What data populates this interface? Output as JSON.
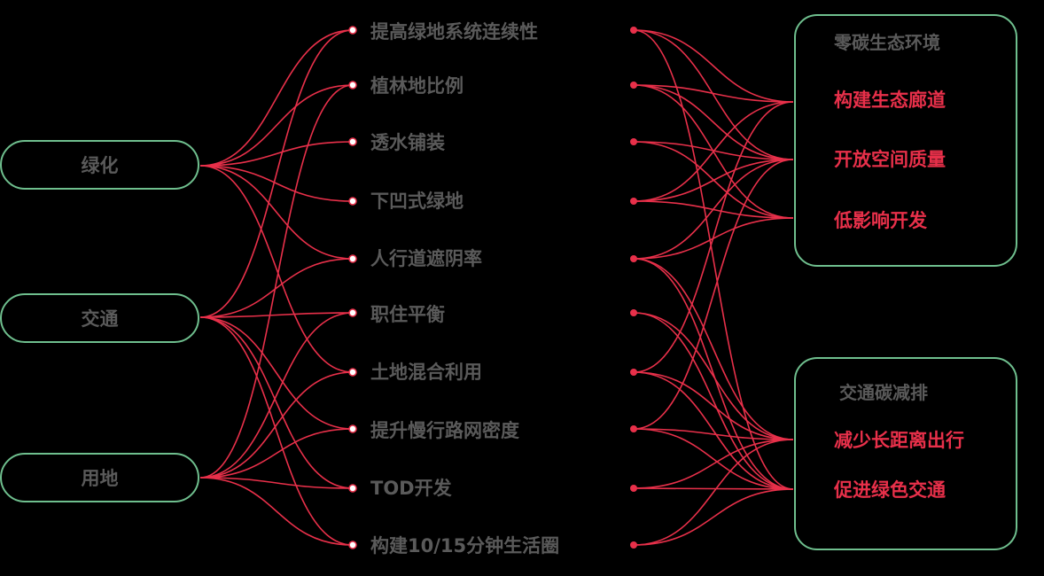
{
  "categories": [
    {
      "label": "绿化"
    },
    {
      "label": "交通"
    },
    {
      "label": "用地"
    }
  ],
  "measures": [
    {
      "label": "提高绿地系统连续性"
    },
    {
      "label": "植林地比例"
    },
    {
      "label": "透水铺装"
    },
    {
      "label": "下凹式绿地"
    },
    {
      "label": "人行道遮阴率"
    },
    {
      "label": "职住平衡"
    },
    {
      "label": "土地混合利用"
    },
    {
      "label": "提升慢行路网密度"
    },
    {
      "label": "TOD开发"
    },
    {
      "label": "构建10/15分钟生活圈"
    }
  ],
  "goal_groups": [
    {
      "title": "零碳生态环境",
      "items": [
        "构建生态廊道",
        "开放空间质量",
        "低影响开发"
      ]
    },
    {
      "title": "交通碳减排",
      "items": [
        "减少长距离出行",
        "促进绿色交通"
      ]
    }
  ],
  "colors": {
    "link": "#e8304a",
    "border": "#6fbf8e",
    "text": "#5a5a5a",
    "background": "#000000"
  },
  "left_links": [
    [
      "绿化",
      "提高绿地系统连续性"
    ],
    [
      "绿化",
      "植林地比例"
    ],
    [
      "绿化",
      "透水铺装"
    ],
    [
      "绿化",
      "下凹式绿地"
    ],
    [
      "绿化",
      "人行道遮阴率"
    ],
    [
      "绿化",
      "土地混合利用"
    ],
    [
      "交通",
      "提高绿地系统连续性"
    ],
    [
      "交通",
      "人行道遮阴率"
    ],
    [
      "交通",
      "职住平衡"
    ],
    [
      "交通",
      "提升慢行路网密度"
    ],
    [
      "交通",
      "TOD开发"
    ],
    [
      "交通",
      "构建10/15分钟生活圈"
    ],
    [
      "用地",
      "植林地比例"
    ],
    [
      "用地",
      "职住平衡"
    ],
    [
      "用地",
      "土地混合利用"
    ],
    [
      "用地",
      "提升慢行路网密度"
    ],
    [
      "用地",
      "TOD开发"
    ],
    [
      "用地",
      "构建10/15分钟生活圈"
    ]
  ],
  "right_links": [
    [
      "提高绿地系统连续性",
      "构建生态廊道"
    ],
    [
      "提高绿地系统连续性",
      "开放空间质量"
    ],
    [
      "提高绿地系统连续性",
      "促进绿色交通"
    ],
    [
      "植林地比例",
      "构建生态廊道"
    ],
    [
      "植林地比例",
      "开放空间质量"
    ],
    [
      "植林地比例",
      "低影响开发"
    ],
    [
      "透水铺装",
      "开放空间质量"
    ],
    [
      "透水铺装",
      "低影响开发"
    ],
    [
      "下凹式绿地",
      "构建生态廊道"
    ],
    [
      "下凹式绿地",
      "开放空间质量"
    ],
    [
      "下凹式绿地",
      "低影响开发"
    ],
    [
      "人行道遮阴率",
      "开放空间质量"
    ],
    [
      "人行道遮阴率",
      "低影响开发"
    ],
    [
      "人行道遮阴率",
      "减少长距离出行"
    ],
    [
      "人行道遮阴率",
      "促进绿色交通"
    ],
    [
      "职住平衡",
      "减少长距离出行"
    ],
    [
      "职住平衡",
      "促进绿色交通"
    ],
    [
      "土地混合利用",
      "构建生态廊道"
    ],
    [
      "土地混合利用",
      "减少长距离出行"
    ],
    [
      "土地混合利用",
      "促进绿色交通"
    ],
    [
      "提升慢行路网密度",
      "开放空间质量"
    ],
    [
      "提升慢行路网密度",
      "减少长距离出行"
    ],
    [
      "提升慢行路网密度",
      "促进绿色交通"
    ],
    [
      "TOD开发",
      "减少长距离出行"
    ],
    [
      "TOD开发",
      "促进绿色交通"
    ],
    [
      "构建10/15分钟生活圈",
      "减少长距离出行"
    ],
    [
      "构建10/15分钟生活圈",
      "促进绿色交通"
    ]
  ]
}
